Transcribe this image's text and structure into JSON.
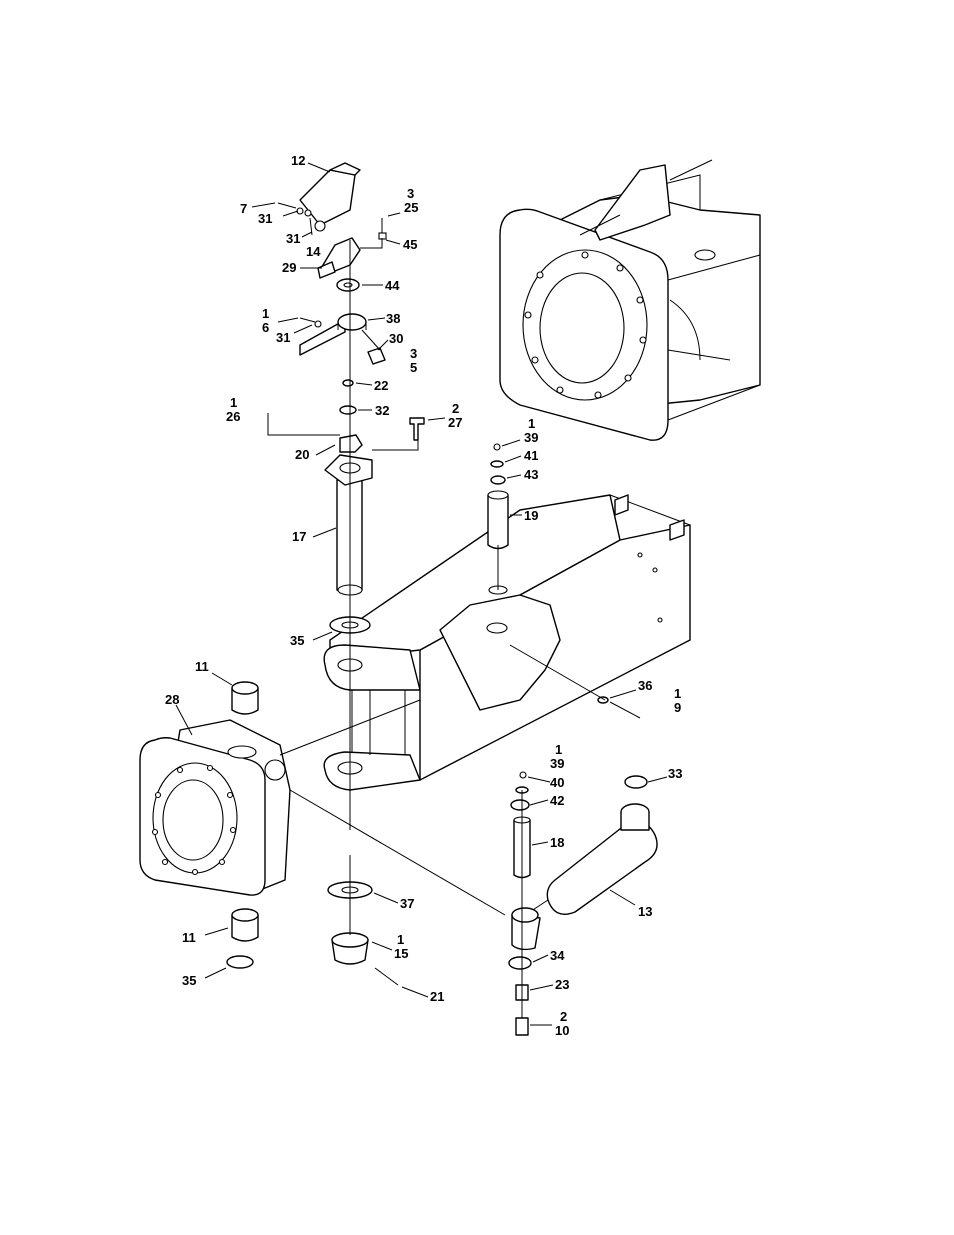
{
  "callouts": [
    {
      "id": "c12",
      "lines": [
        "12"
      ]
    },
    {
      "id": "c7",
      "lines": [
        "7"
      ]
    },
    {
      "id": "c31a",
      "lines": [
        "31"
      ]
    },
    {
      "id": "c31b",
      "lines": [
        "31"
      ]
    },
    {
      "id": "c14",
      "lines": [
        "14"
      ]
    },
    {
      "id": "c3_25",
      "lines": [
        "3",
        "25"
      ]
    },
    {
      "id": "c45",
      "lines": [
        "45"
      ]
    },
    {
      "id": "c29",
      "lines": [
        "29"
      ]
    },
    {
      "id": "c44",
      "lines": [
        "44"
      ]
    },
    {
      "id": "c1_6",
      "lines": [
        "1",
        "6"
      ]
    },
    {
      "id": "c31c",
      "lines": [
        "31"
      ]
    },
    {
      "id": "c38",
      "lines": [
        "38"
      ]
    },
    {
      "id": "c30",
      "lines": [
        "30"
      ]
    },
    {
      "id": "c3_5",
      "lines": [
        "3",
        "5"
      ]
    },
    {
      "id": "c22",
      "lines": [
        "22"
      ]
    },
    {
      "id": "c1_26",
      "lines": [
        "1",
        "26"
      ]
    },
    {
      "id": "c32",
      "lines": [
        "32"
      ]
    },
    {
      "id": "c2_27",
      "lines": [
        "2",
        "27"
      ]
    },
    {
      "id": "c20",
      "lines": [
        "20"
      ]
    },
    {
      "id": "c1_39a",
      "lines": [
        "1",
        "39"
      ]
    },
    {
      "id": "c41",
      "lines": [
        "41"
      ]
    },
    {
      "id": "c43",
      "lines": [
        "43"
      ]
    },
    {
      "id": "c19",
      "lines": [
        "19"
      ]
    },
    {
      "id": "c17",
      "lines": [
        "17"
      ]
    },
    {
      "id": "c35a",
      "lines": [
        "35"
      ]
    },
    {
      "id": "c11a",
      "lines": [
        "11"
      ]
    },
    {
      "id": "c28",
      "lines": [
        "28"
      ]
    },
    {
      "id": "c36",
      "lines": [
        "36"
      ]
    },
    {
      "id": "c1_9",
      "lines": [
        "1",
        "9"
      ]
    },
    {
      "id": "c1_39b",
      "lines": [
        "1",
        "39"
      ]
    },
    {
      "id": "c40",
      "lines": [
        "40"
      ]
    },
    {
      "id": "c42",
      "lines": [
        "42"
      ]
    },
    {
      "id": "c33",
      "lines": [
        "33"
      ]
    },
    {
      "id": "c18",
      "lines": [
        "18"
      ]
    },
    {
      "id": "c13",
      "lines": [
        "13"
      ]
    },
    {
      "id": "c37",
      "lines": [
        "37"
      ]
    },
    {
      "id": "c11b",
      "lines": [
        "11"
      ]
    },
    {
      "id": "c1_15",
      "lines": [
        "1",
        "15"
      ]
    },
    {
      "id": "c35b",
      "lines": [
        "35"
      ]
    },
    {
      "id": "c34",
      "lines": [
        "34"
      ]
    },
    {
      "id": "c21",
      "lines": [
        "21"
      ]
    },
    {
      "id": "c23",
      "lines": [
        "23"
      ]
    },
    {
      "id": "c2_10",
      "lines": [
        "2",
        "10"
      ]
    }
  ]
}
